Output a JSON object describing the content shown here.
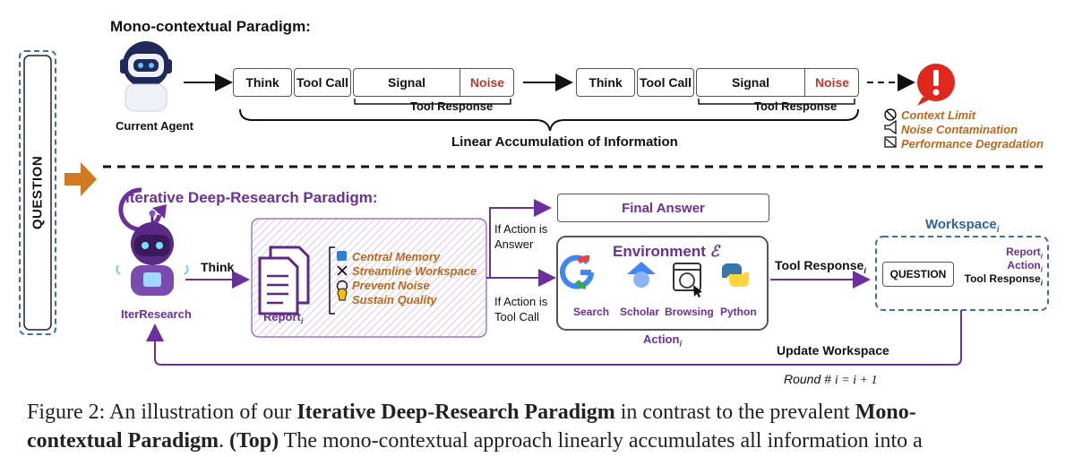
{
  "top": {
    "title": "Mono-contextual Paradigm:",
    "agent_label": "Current Agent",
    "seq": [
      "Think",
      "Tool Call",
      "Signal",
      "Noise"
    ],
    "tool_response": "Tool Response",
    "linear_label": "Linear Accumulation of Information",
    "problems": [
      "Context Limit",
      "Noise Contamination",
      "Performance Degradation"
    ]
  },
  "question_label": "QUESTION",
  "bottom": {
    "title": "Iterative Deep-Research Paradigm:",
    "agent_label": "IterResearch",
    "think_label": "Think",
    "report_label": "Report",
    "report_sub": "i",
    "features": [
      "Central Memory",
      "Streamline Workspace",
      "Prevent Noise",
      "Sustain Quality"
    ],
    "if_answer": [
      "If Action is",
      "Answer"
    ],
    "if_toolcall": [
      "If Action is",
      "Tool Call"
    ],
    "final_answer": "Final Answer",
    "env_title": "Environment",
    "env_symbol": "ℰ",
    "tools": [
      "Search",
      "Scholar",
      "Browsing",
      "Python"
    ],
    "action_label": "Action",
    "action_sub": "i",
    "tool_response_label": "Tool Response",
    "tool_response_sub": "i",
    "workspace_title": "Workspace",
    "workspace_sub": "i",
    "ws_question": "QUESTION",
    "ws_items": [
      "Report",
      "Action",
      "Tool Response"
    ],
    "ws_item_sub": "i",
    "update_label": "Update Workspace",
    "round_label": "Round #",
    "round_formula": "i = i + 1"
  },
  "caption": {
    "line1_a": "Figure 2:  An illustration of our ",
    "line1_b": "Iterative Deep-Research Paradigm",
    "line1_c": " in contrast to the prevalent ",
    "line1_d": "Mono-",
    "line2_a": "contextual Paradigm",
    "line2_b": ".  ",
    "line2_c": "(Top)",
    "line2_d": " The mono-contextual approach linearly accumulates all information into a"
  },
  "colors": {
    "purple": "#6b2fa0",
    "orange": "#c0661a",
    "blue_dash": "#3a6fb5",
    "noise_red": "#c0392b",
    "alert_red": "#e0261d"
  }
}
